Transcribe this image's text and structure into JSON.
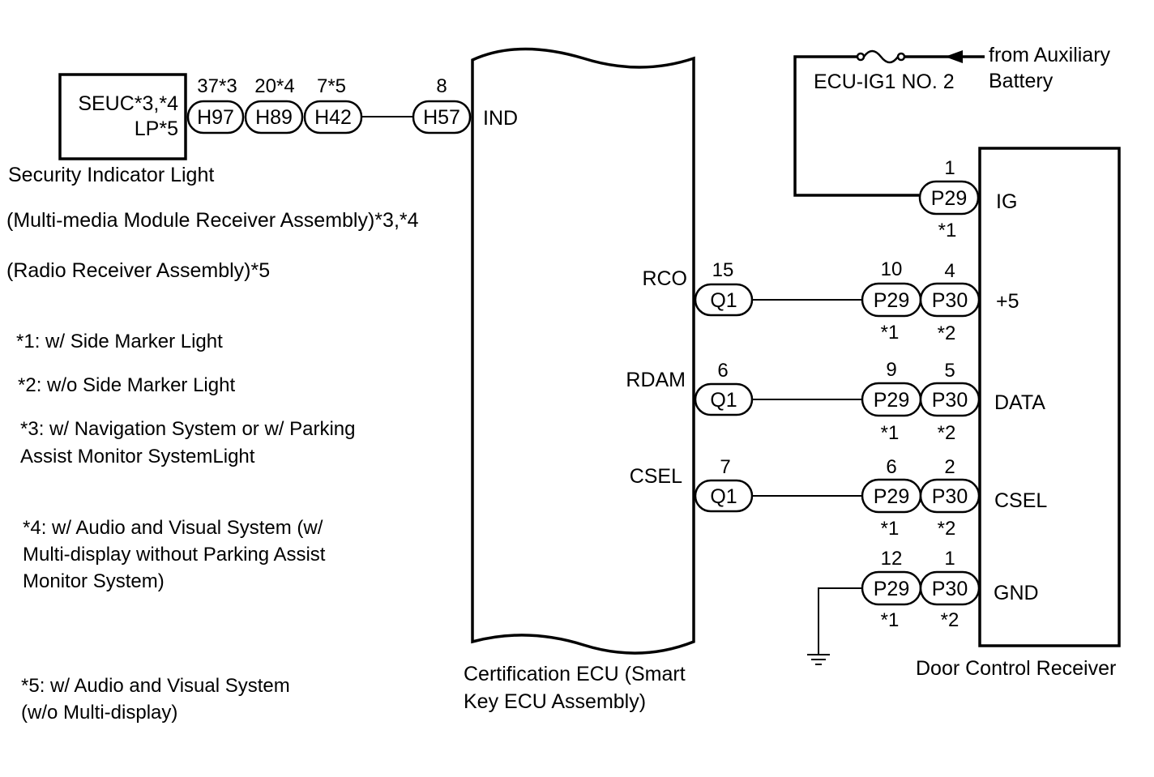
{
  "components": {
    "security_indicator": {
      "inner_line1": "SEUC*3,*4",
      "inner_line2": "LP*5",
      "caption": "Security Indicator Light",
      "alt1": "(Multi-media Module Receiver Assembly)*3,*4",
      "alt2": "(Radio Receiver Assembly)*5"
    },
    "certification_ecu": {
      "caption_line1": "Certification ECU (Smart",
      "caption_line2": "Key ECU Assembly)",
      "terminals": {
        "ind": "IND",
        "rco": "RCO",
        "rdam": "RDAM",
        "csel": "CSEL"
      }
    },
    "door_control_receiver": {
      "caption": "Door Control Receiver",
      "terminals": {
        "ig": "IG",
        "plus5": "+5",
        "data": "DATA",
        "csel": "CSEL",
        "gnd": "GND"
      }
    },
    "fuse": {
      "name": "ECU-IG1 NO. 2"
    },
    "power_source": {
      "line1": "from Auxiliary",
      "line2": "Battery"
    }
  },
  "connectors": {
    "h97": {
      "name": "H97",
      "pin": "37*3"
    },
    "h89": {
      "name": "H89",
      "pin": "20*4"
    },
    "h42": {
      "name": "H42",
      "pin": "7*5"
    },
    "h57": {
      "name": "H57",
      "pin": "8"
    },
    "q1_rco": {
      "name": "Q1",
      "pin": "15"
    },
    "q1_rdam": {
      "name": "Q1",
      "pin": "6"
    },
    "q1_csel": {
      "name": "Q1",
      "pin": "7"
    },
    "p29_ig": {
      "name": "P29",
      "pin": "1",
      "note": "*1"
    },
    "p29_plus5": {
      "name": "P29",
      "pin": "10",
      "note": "*1"
    },
    "p30_plus5": {
      "name": "P30",
      "pin": "4",
      "note": "*2"
    },
    "p29_data": {
      "name": "P29",
      "pin": "9",
      "note": "*1"
    },
    "p30_data": {
      "name": "P30",
      "pin": "5",
      "note": "*2"
    },
    "p29_csel": {
      "name": "P29",
      "pin": "6",
      "note": "*1"
    },
    "p30_csel": {
      "name": "P30",
      "pin": "2",
      "note": "*2"
    },
    "p29_gnd": {
      "name": "P29",
      "pin": "12",
      "note": "*1"
    },
    "p30_gnd": {
      "name": "P30",
      "pin": "1",
      "note": "*2"
    }
  },
  "notes": {
    "n1": "*1: w/ Side Marker Light",
    "n2": "*2: w/o Side Marker Light",
    "n3_line1": "*3: w/ Navigation System or w/ Parking",
    "n3_line2": "Assist Monitor SystemLight",
    "n4_line1": "*4: w/ Audio and Visual System (w/",
    "n4_line2": "Multi-display without Parking Assist",
    "n4_line3": "Monitor System)",
    "n5_line1": "*5: w/ Audio and Visual System",
    "n5_line2": "(w/o Multi-display)"
  }
}
